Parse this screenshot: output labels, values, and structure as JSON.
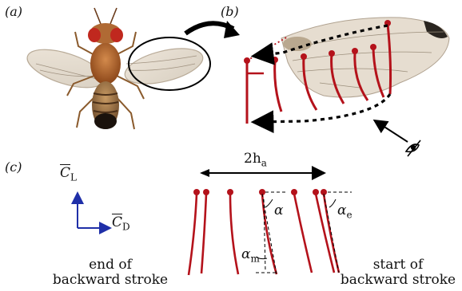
{
  "panels": {
    "a": "(a)",
    "b": "(b)",
    "c": "(c)"
  },
  "panel_c": {
    "span_label": "2h",
    "span_subscript": "a",
    "axis_lift_symbol": "C",
    "axis_lift_subscript": "L",
    "axis_drag_symbol": "C",
    "axis_drag_subscript": "D",
    "alpha": "α",
    "alpha_e": "α",
    "alpha_e_subscript": "e",
    "alpha_m": "α",
    "alpha_m_subscript": "m",
    "left_caption_line1": "end of",
    "left_caption_line2": "backward stroke",
    "right_caption_line1": "start of",
    "right_caption_line2": "backward stroke"
  },
  "colors": {
    "wing_stroke_red": "#b4121b",
    "axis_blue": "#1f2fa8",
    "fly_body": "#a8592a",
    "eye_red": "#c0281e"
  },
  "icons": [
    "fly-photo",
    "wing-photo",
    "eye-viewpoint-icon"
  ]
}
